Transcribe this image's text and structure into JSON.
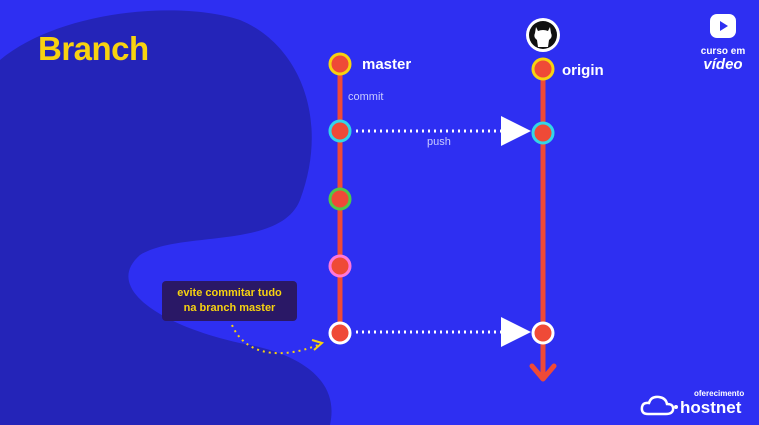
{
  "slide": {
    "title": "Branch",
    "note_lines": [
      "evite commitar tudo",
      "na branch master"
    ]
  },
  "diagram": {
    "branches": [
      {
        "name": "master",
        "color": "#ef4a37"
      },
      {
        "name": "origin",
        "color": "#ef4a37"
      }
    ],
    "edge_labels": {
      "commit": "commit",
      "push": "push"
    },
    "master_commits": [
      {
        "ring": "#f7d210"
      },
      {
        "ring": "#33d6e6"
      },
      {
        "ring": "#4fc84a"
      },
      {
        "ring": "#ff77d9"
      },
      {
        "ring": "#ffffff"
      }
    ],
    "origin_commits": [
      {
        "ring": "#f7d210"
      },
      {
        "ring": "#33d6e6"
      },
      {
        "ring": "#ffffff"
      }
    ],
    "icons": [
      "github-icon",
      "arrow-down-icon"
    ]
  },
  "branding": {
    "cursoemvideo_line1": "curso em",
    "cursoemvideo_line2": "vídeo",
    "sponsor_label": "oferecimento",
    "sponsor_name": "hostnet"
  },
  "colors": {
    "background": "#2e2ff2",
    "blob": "#2424b8",
    "accent_yellow": "#f7d210",
    "line_red": "#ef4a37"
  }
}
